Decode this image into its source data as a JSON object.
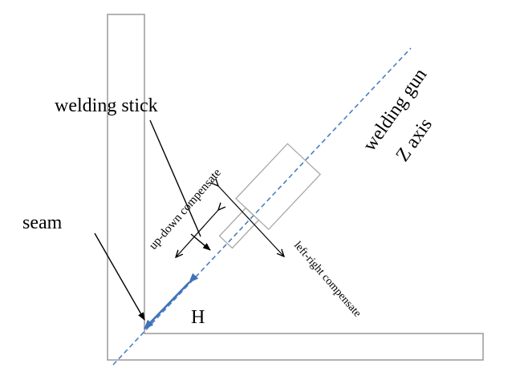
{
  "labels": {
    "welding_stick": "welding stick",
    "seam": "seam",
    "height": "H",
    "up_down": "up-down compensate",
    "left_right": "left-right compensate",
    "gun_line1": "welding gun",
    "gun_line2": "Z axis"
  },
  "colors": {
    "outline": "#9a9a9a",
    "gun_outline": "#a8a8a8",
    "axis": "#4a7fc1",
    "arrow": "#000000",
    "h_arrow": "#3f73b8"
  }
}
